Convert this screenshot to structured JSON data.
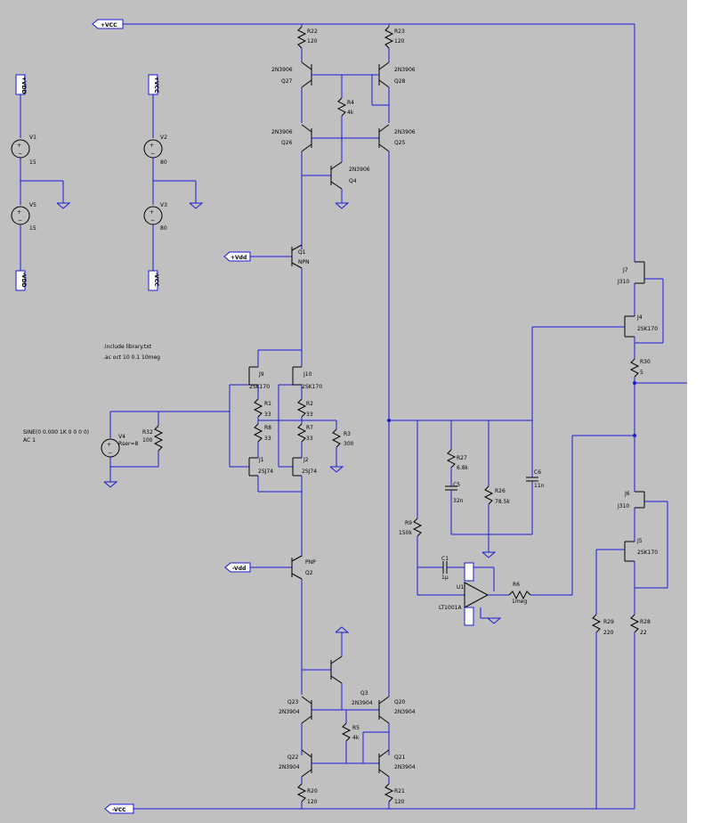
{
  "colors": {
    "background": "#c0c0c0",
    "wire": "#1a1ad8",
    "symbol": "#000000"
  },
  "rails": {
    "vcc": "+VCC",
    "nvcc": "-VCC",
    "vdd": "+Vdd",
    "nvdd": "-Vdd"
  },
  "supply_flags": {
    "vdd_top": "+VDD",
    "vdd_bot": "-VDD",
    "vcc_top": "+VCC",
    "vcc_bot": "-VCC"
  },
  "directives": {
    "include": ".include library.txt",
    "ac": ".ac oct 10 0.1 10meg"
  },
  "source": {
    "name": "V4",
    "value": "Rser=8",
    "spec1": "SINE(0 0.000 1K 0 0 0 0)",
    "spec2": "AC 1"
  },
  "sources": {
    "V1": {
      "name": "V1",
      "value": "15"
    },
    "V5": {
      "name": "V5",
      "value": "15"
    },
    "V2": {
      "name": "V2",
      "value": "80"
    },
    "V3": {
      "name": "V3",
      "value": "80"
    }
  },
  "transistors": {
    "Q27": {
      "name": "Q27",
      "model": "2N3906"
    },
    "Q28": {
      "name": "Q28",
      "model": "2N3906"
    },
    "Q26": {
      "name": "Q26",
      "model": "2N3906"
    },
    "Q25": {
      "name": "Q25",
      "model": "2N3906"
    },
    "Q4": {
      "name": "Q4",
      "model": "2N3906"
    },
    "Q1": {
      "name": "Q1",
      "model": "NPN"
    },
    "Q2": {
      "name": "Q2",
      "model": "PNP"
    },
    "Q23": {
      "name": "Q23",
      "model": "2N3904"
    },
    "Q3": {
      "name": "Q3",
      "model": "2N3904"
    },
    "Q20": {
      "name": "Q20",
      "model": "2N3904"
    },
    "Q22": {
      "name": "Q22",
      "model": "2N3904"
    },
    "Q21": {
      "name": "Q21",
      "model": "2N3904"
    }
  },
  "jfets": {
    "J9": {
      "name": "J9",
      "model": "2SK170"
    },
    "J10": {
      "name": "J10",
      "model": "2SK170"
    },
    "J1": {
      "name": "J1",
      "model": "2SJ74"
    },
    "J2": {
      "name": "J2",
      "model": "2SJ74"
    },
    "J7": {
      "name": "J7",
      "model": "J310"
    },
    "J4": {
      "name": "J4",
      "model": "2SK170"
    },
    "J6": {
      "name": "J6",
      "model": "J310"
    },
    "J5": {
      "name": "J5",
      "model": "2SK170"
    }
  },
  "resistors": {
    "R22": {
      "name": "R22",
      "value": "120"
    },
    "R23": {
      "name": "R23",
      "value": "120"
    },
    "R4": {
      "name": "R4",
      "value": "4k"
    },
    "R1": {
      "name": "R1",
      "value": "33"
    },
    "R2": {
      "name": "R2",
      "value": "33"
    },
    "R8": {
      "name": "R8",
      "value": "33"
    },
    "R7": {
      "name": "R7",
      "value": "33"
    },
    "R3": {
      "name": "R3",
      "value": "300"
    },
    "R32": {
      "name": "R32",
      "value": "100"
    },
    "R27": {
      "name": "R27",
      "value": "6.8k"
    },
    "R26": {
      "name": "R26",
      "value": "78.5k"
    },
    "R9": {
      "name": "R9",
      "value": "150k"
    },
    "R6": {
      "name": "R6",
      "value": "1meg"
    },
    "R30": {
      "name": "R30",
      "value": "5"
    },
    "R29": {
      "name": "R29",
      "value": "220"
    },
    "R28": {
      "name": "R28",
      "value": "22"
    },
    "R5": {
      "name": "R5",
      "value": "4k"
    },
    "R20": {
      "name": "R20",
      "value": "120"
    },
    "R21": {
      "name": "R21",
      "value": "120"
    }
  },
  "capacitors": {
    "C5": {
      "name": "C5",
      "value": "32n"
    },
    "C6": {
      "name": "C6",
      "value": "11n"
    },
    "C1": {
      "name": "C1",
      "value": "1µ"
    }
  },
  "opamp": {
    "name": "U1",
    "model": "LT1001A"
  }
}
